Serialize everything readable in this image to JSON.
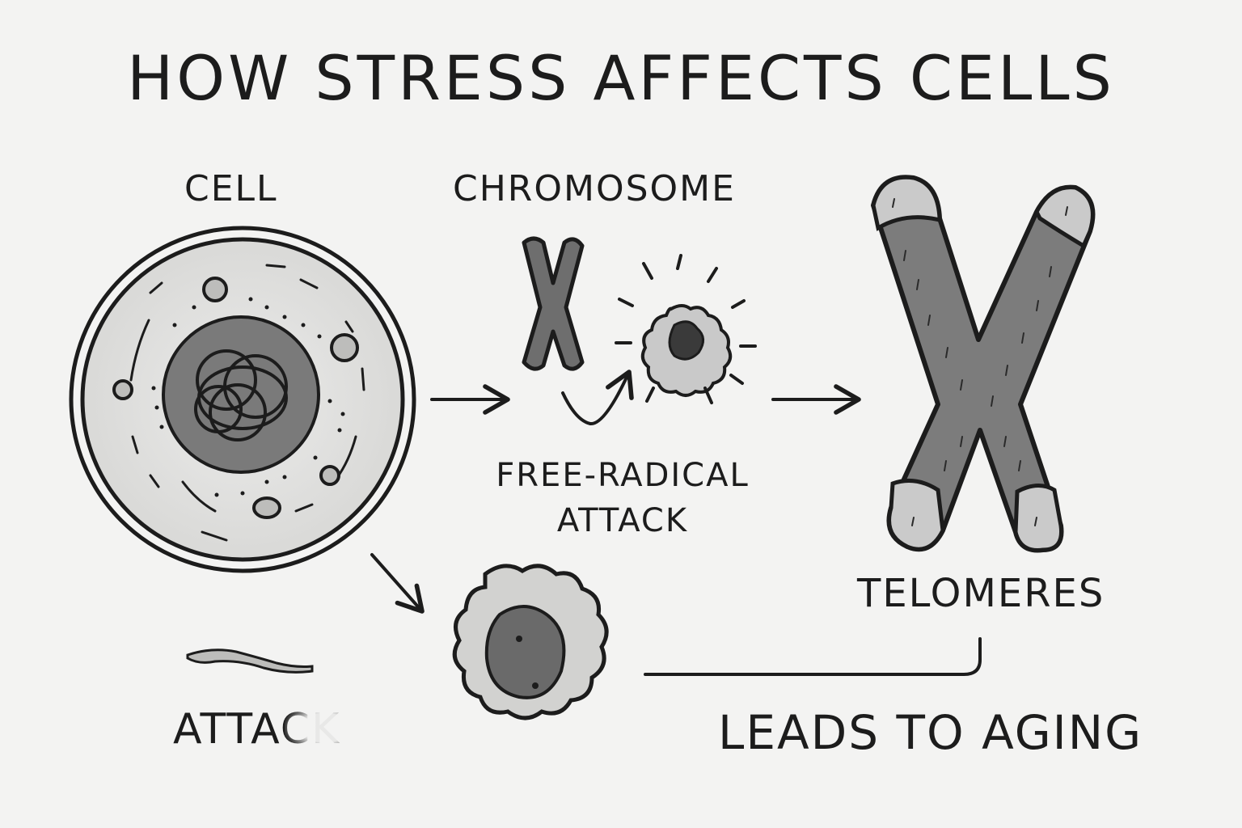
{
  "title": "HOW STRESS AFFECTS CELLS",
  "labels": {
    "cell": "CELL",
    "chromosome": "CHROMOSOME",
    "free_radical": "FREE-RADICAL ATTACK",
    "telomeres": "TELOMERES",
    "aging": "LEADS TO AGING",
    "attack_fragment": "ATTACK"
  },
  "colors": {
    "ink": "#1c1c1c",
    "background": "#f3f3f2",
    "dark_fill": "#6e6e6e",
    "mid_fill": "#8a8a8a",
    "light_fill": "#c9c9c9",
    "cell_fill": "#e4e4e2"
  }
}
